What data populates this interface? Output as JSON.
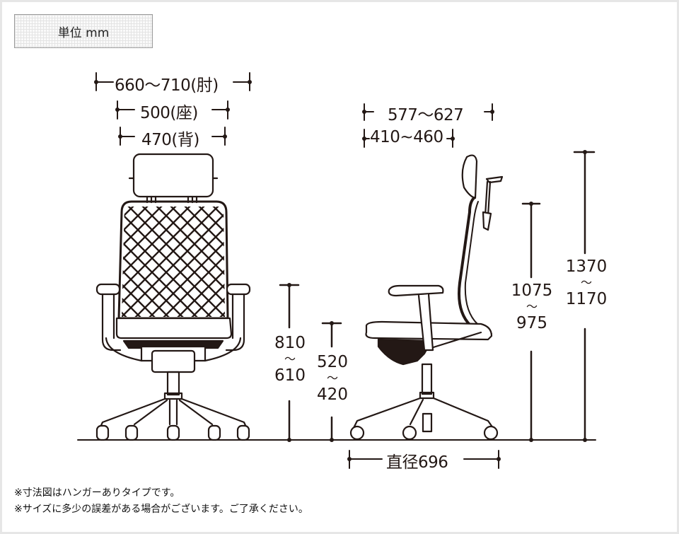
{
  "unit": {
    "label": "単位 mm"
  },
  "front_view": {
    "width_armrest": "660〜710(肘)",
    "width_seat": "500(座)",
    "width_back": "470(背)",
    "seat_height": {
      "max": "810",
      "sep": "〜",
      "min": "610"
    },
    "armrest_height_label_note": "",
    "seat_height_lower": {
      "max": "520",
      "sep": "〜",
      "min": "420"
    }
  },
  "side_view": {
    "depth_overall": "577〜627",
    "depth_seat": "410~460",
    "back_height": {
      "max": "1075",
      "sep": "〜",
      "min": "975"
    },
    "overall_height": {
      "max": "1370",
      "sep": "〜",
      "min": "1170"
    },
    "base_diameter": "直径696"
  },
  "notes": [
    "※寸法図はハンガーありタイプです。",
    "※サイズに多少の誤差がある場合がございます。ご了承ください。"
  ],
  "colors": {
    "line": "#231815",
    "frame": "#e6e6e6",
    "background": "#ffffff"
  }
}
